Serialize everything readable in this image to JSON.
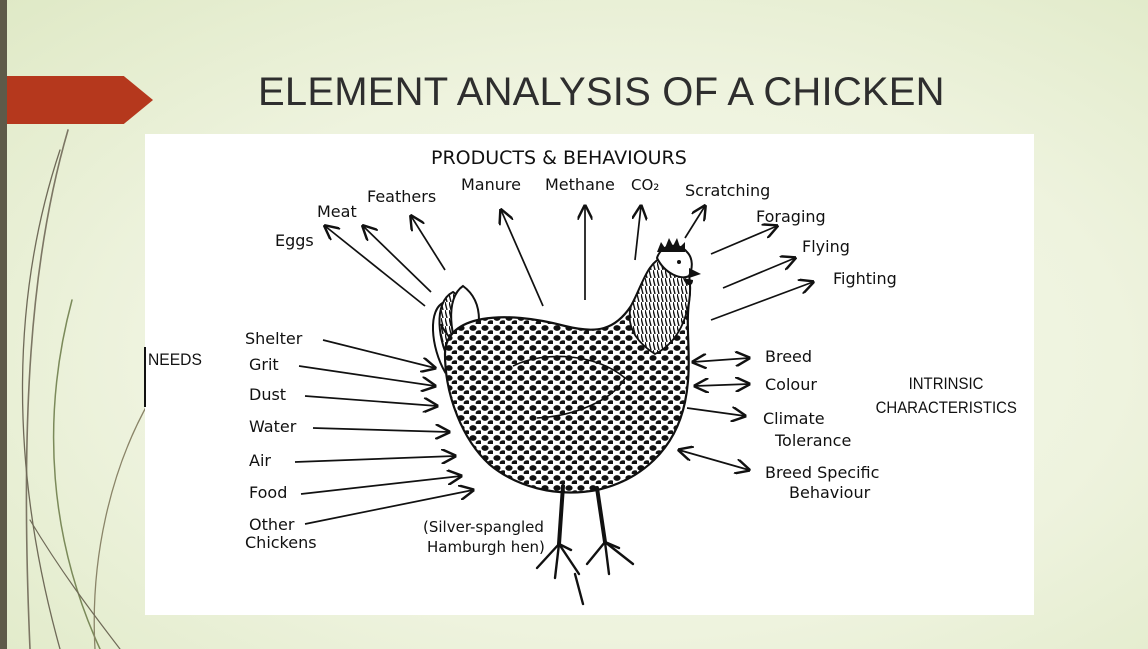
{
  "slide": {
    "title": "ELEMENT ANALYSIS OF A CHICKEN",
    "accent_color": "#b5381d",
    "frame_color": "#5e5a49"
  },
  "diagram": {
    "header": "PRODUCTS & BEHAVIOURS",
    "products": {
      "eggs": "Eggs",
      "meat": "Meat",
      "feathers": "Feathers",
      "manure": "Manure",
      "methane": "Methane",
      "co2": "CO₂"
    },
    "behaviours": {
      "scratching": "Scratching",
      "foraging": "Foraging",
      "flying": "Flying",
      "fighting": "Fighting"
    },
    "needs_label": "NEEDS",
    "needs": {
      "shelter": "Shelter",
      "grit": "Grit",
      "dust": "Dust",
      "water": "Water",
      "air": "Air",
      "food": "Food",
      "other_1": "Other",
      "other_2": "Chickens"
    },
    "caption_1": "(Silver-spangled",
    "caption_2": "Hamburgh hen)",
    "intrinsic_1": "INTRINSIC",
    "intrinsic_2": "CHARACTERISTICS",
    "characteristics": {
      "breed": "Breed",
      "colour": "Colour",
      "climate_1": "Climate",
      "climate_2": "Tolerance",
      "behaviour_1": "Breed Specific",
      "behaviour_2": "Behaviour"
    }
  }
}
